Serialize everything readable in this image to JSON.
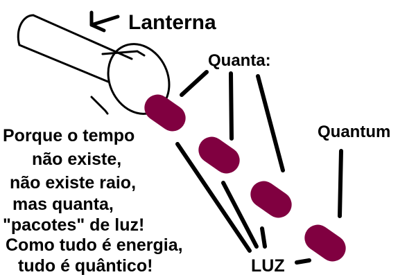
{
  "labels": {
    "lanterna": "Lanterna",
    "quanta": "Quanta:",
    "quantum": "Quantum",
    "luz": "LUZ"
  },
  "caption_lines": [
    "Porque o tempo",
    "não existe,",
    "não existe raio,",
    "mas quanta,",
    "\"pacotes\" de luz!",
    "Como tudo é energia,",
    "tudo é quântico!"
  ],
  "colors": {
    "packet": "#800040",
    "ink": "#000000",
    "background": "#ffffff"
  }
}
